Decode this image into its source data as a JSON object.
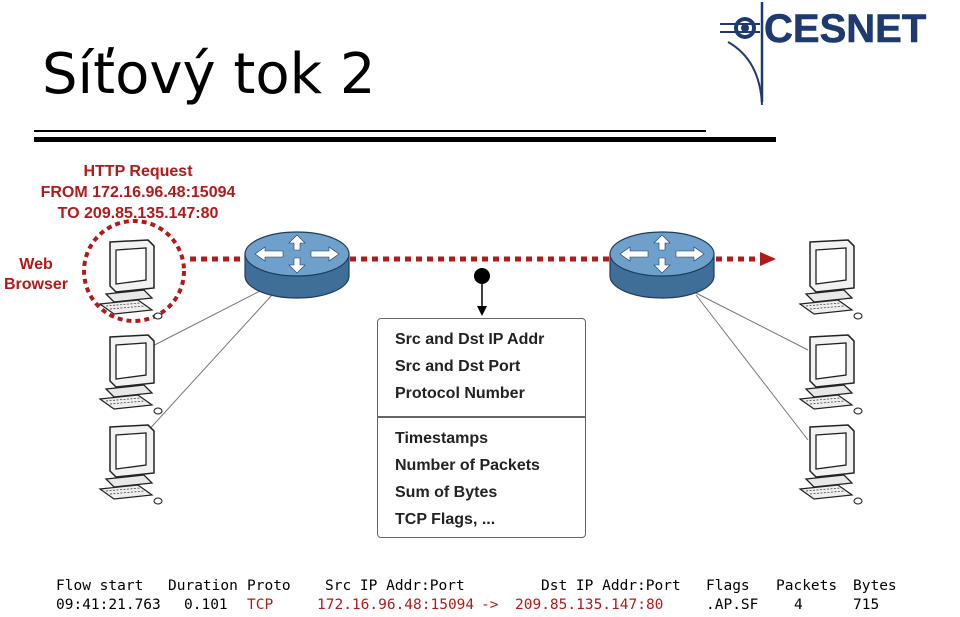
{
  "slide": {
    "title": "Síťový tok 2",
    "logo_text": "CESNET"
  },
  "request": {
    "line1": "HTTP Request",
    "line2": "FROM 172.16.96.48:15094",
    "line3": "TO 209.85.135.147:80"
  },
  "web_browser": {
    "line1": "Web",
    "line2": "Browser"
  },
  "flow_key_fields": [
    "Src and Dst IP Addr",
    "Src and Dst Port",
    "Protocol Number"
  ],
  "flow_stat_fields": [
    "Timestamps",
    "Number of Packets",
    "Sum of Bytes",
    "TCP Flags, ..."
  ],
  "flow_table": {
    "headers": {
      "flow_start": "Flow start",
      "duration": "Duration",
      "proto": "Proto",
      "src": "Src IP Addr:Port",
      "dst": "Dst IP Addr:Port",
      "flags": "Flags",
      "packets": "Packets",
      "bytes": "Bytes"
    },
    "row": {
      "flow_start": "09:41:21.763",
      "duration": "0.101",
      "proto": "TCP",
      "src": "172.16.96.48:15094",
      "arrow": "->",
      "dst": "209.85.135.147:80",
      "flags": ".AP.SF",
      "packets": "4",
      "bytes": "715"
    }
  },
  "colors": {
    "accent_red": "#b01a1a",
    "router_blue": "#5b8db8",
    "logo_blue": "#1f3a6e"
  }
}
